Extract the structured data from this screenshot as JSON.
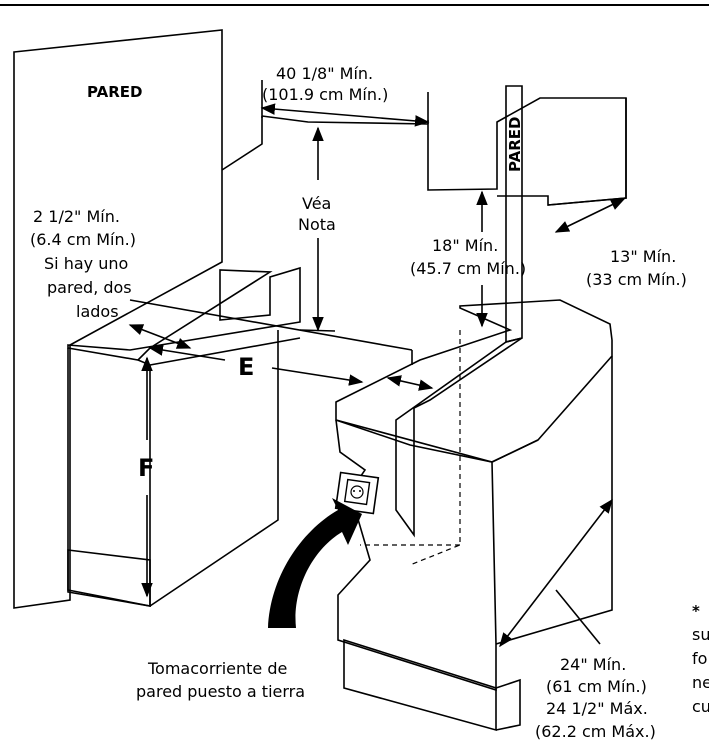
{
  "colors": {
    "wall_gray": "#d9d9d9",
    "base_gray": "#c8c8c8",
    "line": "#000000",
    "background": "#ffffff"
  },
  "labels": {
    "pared_left": "PARED",
    "pared_strip": "PARED",
    "width_line1": "40 1/8\" Mín.",
    "width_line2": "(101.9 cm Mín.)",
    "note_line1": "Véa",
    "note_line2": "Nota",
    "side_line1": "2 1/2\" Mín.",
    "side_line2": "(6.4 cm Mín.)",
    "side_line3": "Si hay uno",
    "side_line4": "pared, dos",
    "side_line5": "lados",
    "height18_line1": "18\" Mín.",
    "height18_line2": "(45.7 cm Mín.)",
    "depth13_line1": "13\" Mín.",
    "depth13_line2": "(33 cm Mín.)",
    "letter_e": "E",
    "letter_f": "F",
    "outlet_line1": "Tomacorriente de",
    "outlet_line2": "pared puesto a tierra",
    "depth24_line1": "24\" Mín.",
    "depth24_line2": "(61 cm Mín.)",
    "depth24_line3": "24 1/2\" Máx.",
    "depth24_line4": "(62.2 cm Máx.)",
    "cut_line1": "*",
    "cut_line2": "su",
    "cut_line3": "fo",
    "cut_line4": "ne",
    "cut_line5": "cu"
  }
}
